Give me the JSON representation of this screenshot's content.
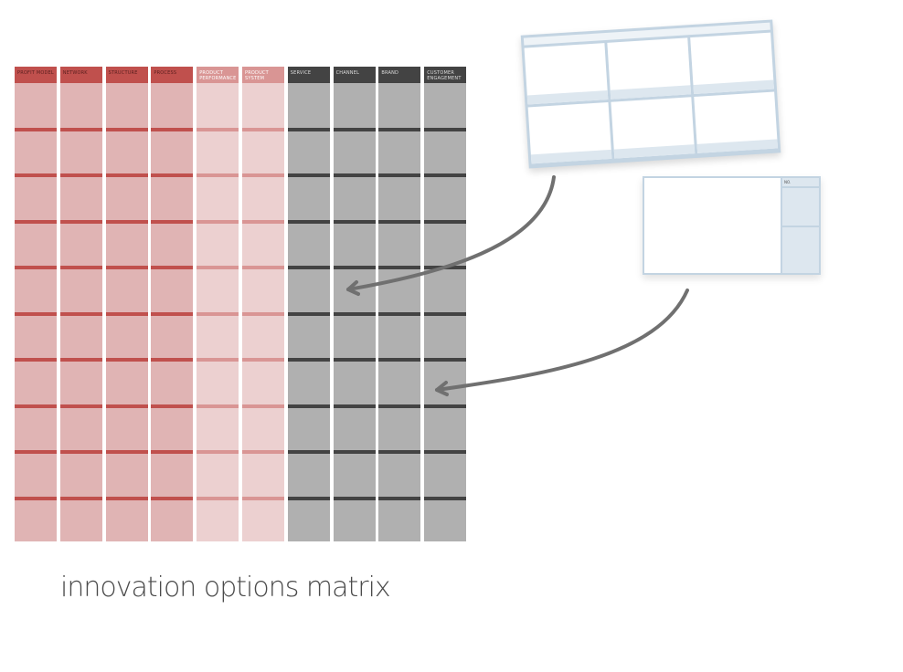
{
  "matrix": {
    "columns": [
      {
        "label": "PROFIT MODEL",
        "group": "configuration"
      },
      {
        "label": "NETWORK",
        "group": "configuration"
      },
      {
        "label": "STRUCTURE",
        "group": "configuration"
      },
      {
        "label": "PROCESS",
        "group": "configuration"
      },
      {
        "label": "PRODUCT PERFORMANCE",
        "group": "offering"
      },
      {
        "label": "PRODUCT SYSTEM",
        "group": "offering"
      },
      {
        "label": "SERVICE",
        "group": "experience"
      },
      {
        "label": "CHANNEL",
        "group": "experience"
      },
      {
        "label": "BRAND",
        "group": "experience"
      },
      {
        "label": "CUSTOMER ENGAGEMENT",
        "group": "experience"
      }
    ],
    "row_count": 10,
    "colors": {
      "configuration": {
        "header": "#c0504d",
        "body": "#e0b4b4",
        "sep": "#c0504d",
        "text": "#5a1f1e"
      },
      "offering": {
        "header": "#d99594",
        "body": "#ecd0d0",
        "sep": "#d99594",
        "text": "#ffffff"
      },
      "experience": {
        "header": "#434343",
        "body": "#b0b0b0",
        "sep": "#434343",
        "text": "#dddddd"
      }
    }
  },
  "detail_card": {
    "label": "NO."
  },
  "title": "innovation options matrix"
}
